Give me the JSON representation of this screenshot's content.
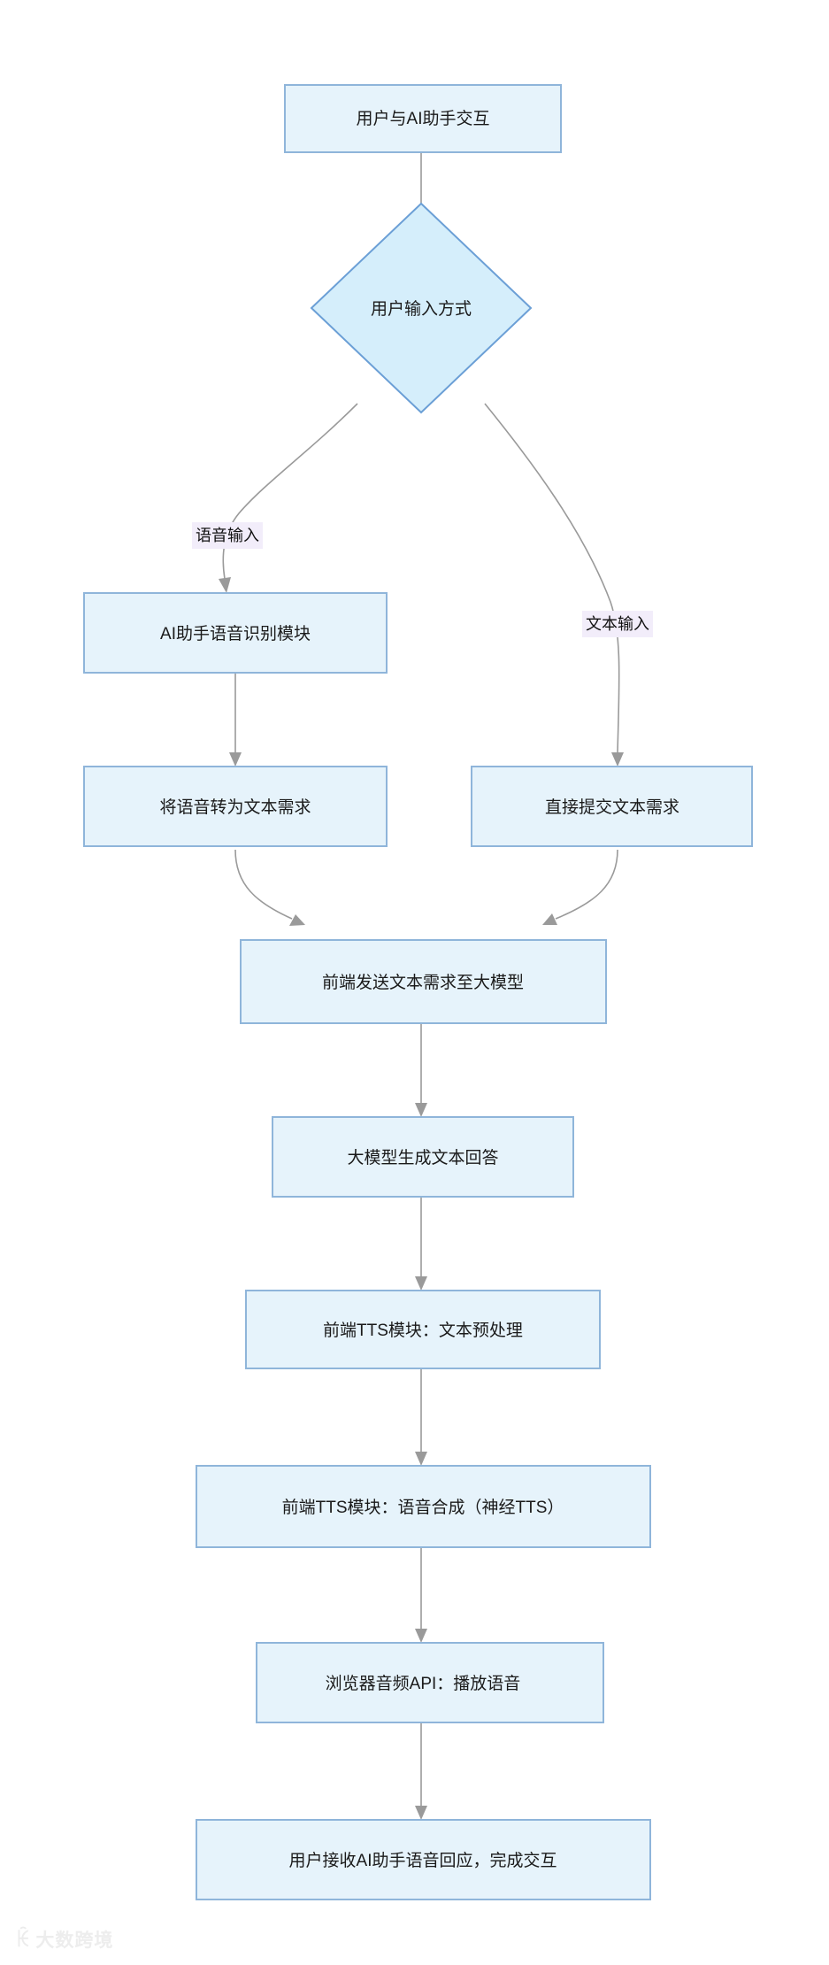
{
  "diagram": {
    "type": "flowchart",
    "direction": "top-to-bottom",
    "title": "",
    "colors": {
      "node_fill": "#e6f3fb",
      "node_border": "#8fb5da",
      "decision_fill": "#d5eefb",
      "decision_border": "#6b9fd6",
      "edge_stroke": "#9a9a9a",
      "edge_label_bg": "#f2edfa",
      "text": "#1a1a1a",
      "background": "#ffffff"
    },
    "nodes": [
      {
        "id": "n1",
        "shape": "rect",
        "label": "用户与AI助手交互"
      },
      {
        "id": "n2",
        "shape": "diamond",
        "label": "用户输入方式"
      },
      {
        "id": "n3",
        "shape": "rect",
        "label": "AI助手语音识别模块"
      },
      {
        "id": "n4",
        "shape": "rect",
        "label": "将语音转为文本需求"
      },
      {
        "id": "n5",
        "shape": "rect",
        "label": "直接提交文本需求"
      },
      {
        "id": "n6",
        "shape": "rect",
        "label": "前端发送文本需求至大模型"
      },
      {
        "id": "n7",
        "shape": "rect",
        "label": "大模型生成文本回答"
      },
      {
        "id": "n8",
        "shape": "rect",
        "label": "前端TTS模块：文本预处理"
      },
      {
        "id": "n9",
        "shape": "rect",
        "label": "前端TTS模块：语音合成（神经TTS）"
      },
      {
        "id": "n10",
        "shape": "rect",
        "label": "浏览器音频API：播放语音"
      },
      {
        "id": "n11",
        "shape": "rect",
        "label": "用户接收AI助手语音回应，完成交互"
      }
    ],
    "edges": [
      {
        "from": "n1",
        "to": "n2",
        "label": ""
      },
      {
        "from": "n2",
        "to": "n3",
        "label": "语音输入"
      },
      {
        "from": "n2",
        "to": "n5",
        "label": "文本输入"
      },
      {
        "from": "n3",
        "to": "n4",
        "label": ""
      },
      {
        "from": "n4",
        "to": "n6",
        "label": ""
      },
      {
        "from": "n5",
        "to": "n6",
        "label": ""
      },
      {
        "from": "n6",
        "to": "n7",
        "label": ""
      },
      {
        "from": "n7",
        "to": "n8",
        "label": ""
      },
      {
        "from": "n8",
        "to": "n9",
        "label": ""
      },
      {
        "from": "n9",
        "to": "n10",
        "label": ""
      },
      {
        "from": "n10",
        "to": "n11",
        "label": ""
      }
    ]
  },
  "watermark": {
    "mark": "ꀗ",
    "text": "大数跨境"
  }
}
